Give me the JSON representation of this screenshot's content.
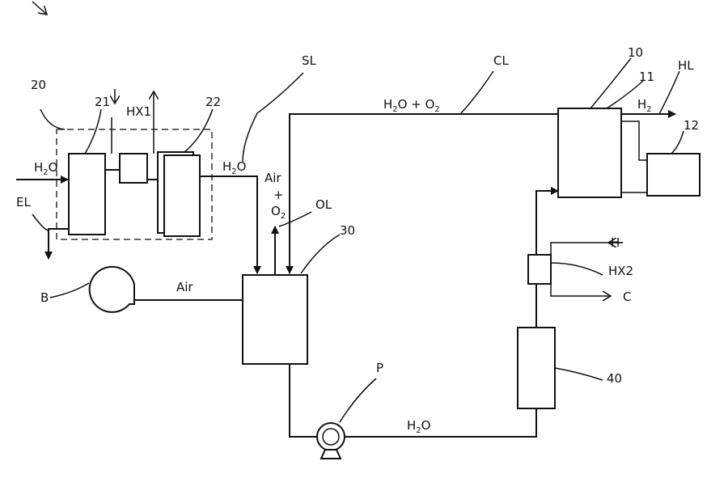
{
  "labels": {
    "unit_10": "10",
    "unit_11": "11",
    "unit_12": "12",
    "unit_20": "20",
    "unit_21": "21",
    "unit_22": "22",
    "unit_30": "30",
    "unit_40": "40",
    "hx1": "HX1",
    "hx2": "HX2",
    "sl": "SL",
    "cl": "CL",
    "hl": "HL",
    "el": "EL",
    "ol": "OL",
    "b": "B",
    "p": "P",
    "h": "H",
    "c": "C",
    "air_bottom": "Air",
    "air_top": "Air",
    "plus_top": "+",
    "o_top": "O",
    "o_top_sub": "2",
    "h2o_in": "H",
    "h2o_in_sub": "2",
    "h2o_in_o": "O",
    "h2o_sl": "H",
    "h2o_sl_sub": "2",
    "h2o_sl_o": "O",
    "h2o_cl": "H",
    "h2o_cl_sub": "2",
    "h2o_cl_o": "O + O",
    "h2o_cl_o_sub": "2",
    "h2o_pump": "H",
    "h2o_pump_sub": "2",
    "h2o_pump_o": "O",
    "h2_out": "H",
    "h2_out_sub": "2"
  }
}
